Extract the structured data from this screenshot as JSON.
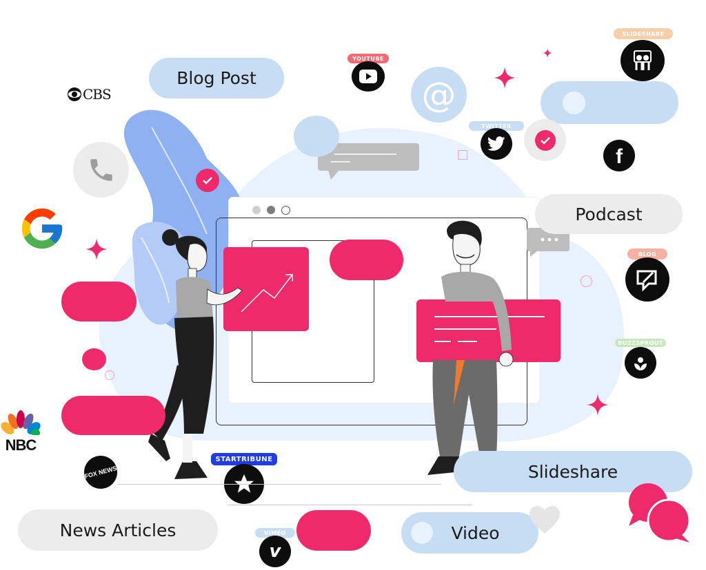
{
  "labels": {
    "blog_post": "Blog Post",
    "podcast": "Podcast",
    "slideshare": "Slideshare",
    "news_articles": "News Articles",
    "video": "Video"
  },
  "logos": {
    "cbs": "CBS",
    "nbc": "NBC",
    "fox": "FOX NEWS",
    "youtube_tag": "YOUTUBE",
    "twitter_tag": "TWITTER",
    "slideshare_tag": "SLIDESHARE",
    "blog_tag": "BLOG",
    "buzzsprout_tag": "BUZZSPROUT",
    "startribune_tag": "STARTRIBUNE",
    "vimeo_tag": "VIMEO",
    "at_symbol": "@"
  },
  "colors": {
    "accent_pink": "#ee2a6b",
    "pill_blue": "#c7ddf3",
    "pill_grey": "#ececec",
    "blob_blue": "#8fb1f2",
    "background_blue": "#e8f2fd"
  },
  "icons": [
    "phone-icon",
    "google-icon",
    "at-icon",
    "youtube-icon",
    "twitter-icon",
    "facebook-icon",
    "slideshare-icon",
    "blog-icon",
    "buzzsprout-icon",
    "startribune-icon",
    "vimeo-icon",
    "check-icon",
    "heart-icon",
    "chat-bubble-icon"
  ]
}
